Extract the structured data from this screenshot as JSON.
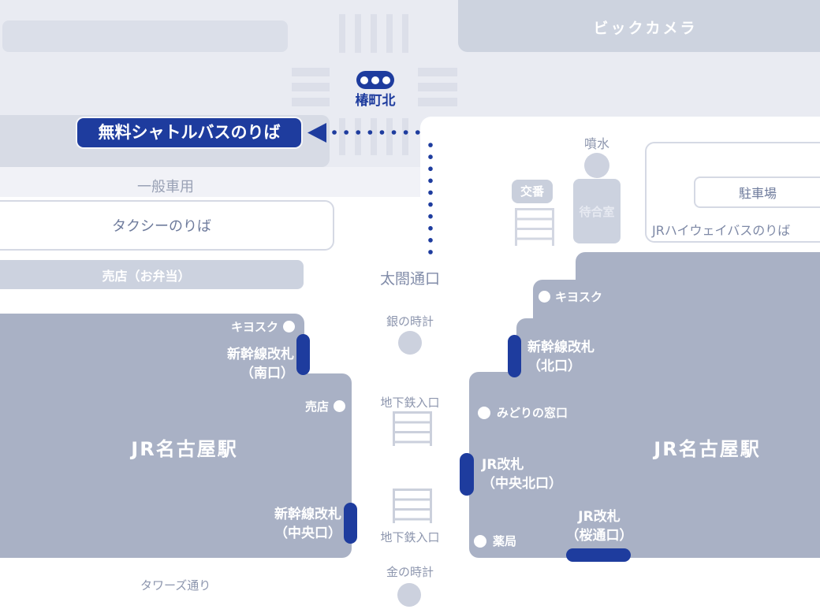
{
  "colors": {
    "navy": "#1e3c9e",
    "building": "#a9b1c5",
    "block": "#ccd2df",
    "road": "#e9ebf2",
    "marker_white": "#ffffff",
    "label_gray": "#8d96ae",
    "label_blue_gray": "#6e7b9c"
  },
  "north_area": {
    "bic_camera_label": "ビックカメラ",
    "intersection_label": "椿町北",
    "shuttle_bus_label": "無料シャトルバスのりば",
    "general_car_label": "一般車用"
  },
  "west_area": {
    "taxi_stand_label": "タクシーのりば",
    "shop_bento_label": "売店（お弁当）"
  },
  "station_front": {
    "fountain_label": "噴水",
    "police_box_label": "交番",
    "waiting_room_label": "待合室",
    "parking_label": "駐車場",
    "highway_bus_label": "JRハイウェイバスのりば"
  },
  "concourse": {
    "taiko_exit_label": "太閤通口",
    "silver_clock_label": "銀の時計",
    "subway_upper_label": "地下鉄入口",
    "subway_lower_label": "地下鉄入口",
    "gold_clock_label": "金の時計"
  },
  "left_building": {
    "name": "JR名古屋駅",
    "kiosk_label": "キヨスク",
    "shinkansen_south_line1": "新幹線改札",
    "shinkansen_south_line2": "（南口）",
    "shop_label": "売店",
    "shinkansen_central_line1": "新幹線改札",
    "shinkansen_central_line2": "（中央口）"
  },
  "right_building": {
    "name": "JR名古屋駅",
    "kiosk_label": "キヨスク",
    "shinkansen_north_line1": "新幹線改札",
    "shinkansen_north_line2": "（北口）",
    "midori_window_label": "みどりの窓口",
    "jr_central_north_line1": "JR改札",
    "jr_central_north_line2": "（中央北口）",
    "jr_sakura_line1": "JR改札",
    "jr_sakura_line2": "（桜通口）",
    "pharmacy_label": "薬局"
  },
  "south_area": {
    "towers_street_label": "タワーズ通り"
  }
}
